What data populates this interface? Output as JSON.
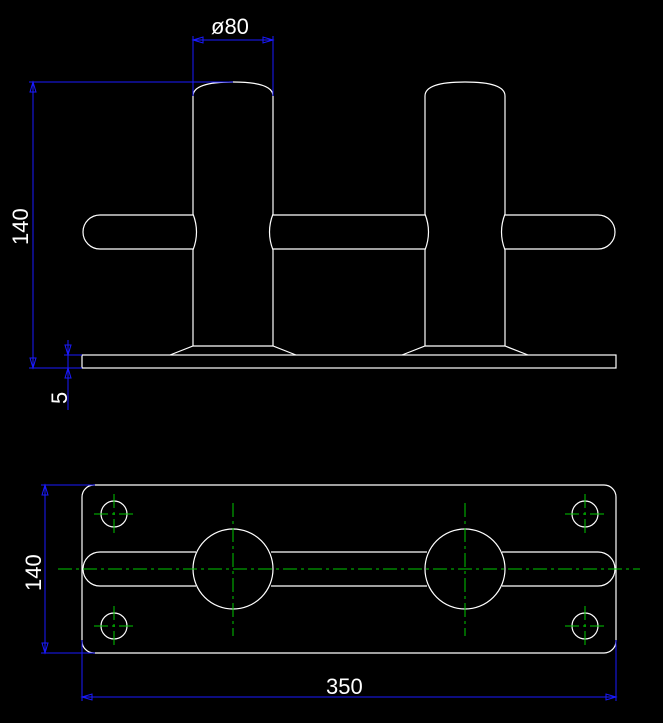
{
  "drawing": {
    "front_view": {
      "dim_diameter": "ø80",
      "dim_height": "140",
      "dim_plate_thickness": "5"
    },
    "top_view": {
      "dim_width": "140",
      "dim_length": "350"
    }
  },
  "colors": {
    "background": "#000000",
    "geometry": "#ffffff",
    "dimension": "#1a1aff",
    "centerline": "#00c800"
  }
}
